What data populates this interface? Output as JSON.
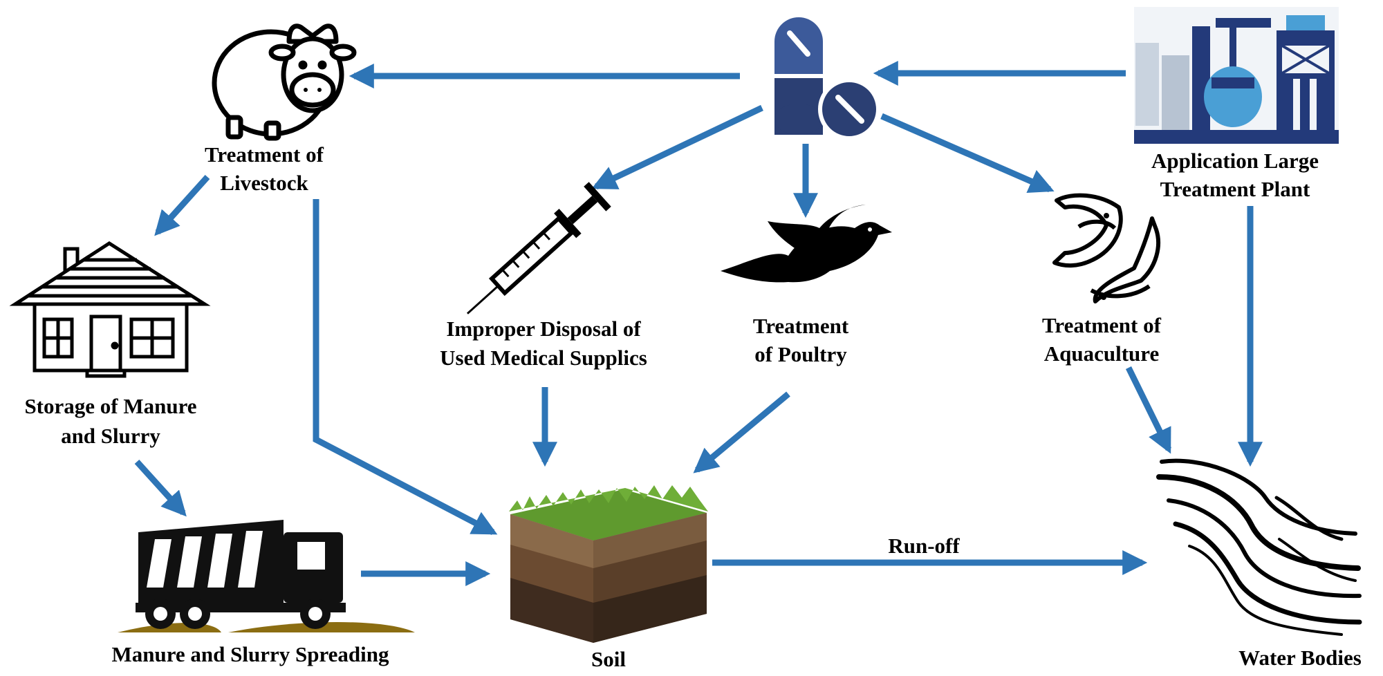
{
  "colors": {
    "arrow": "#2e75b6",
    "pill_dark": "#2b3f73",
    "pill_mid": "#3c5a9a",
    "plant_blue": "#233a7a",
    "plant_light": "#4a9fd5",
    "grass": "#5f9a2e",
    "soil_top": "#8a6a4a",
    "soil_mid": "#5e4330",
    "soil_low": "#3f2c1f",
    "ground": "#8b6d12"
  },
  "icons": {
    "pills": "pills-icon",
    "cow": "cow-icon",
    "plant": "treatment-plant-icon",
    "house": "house-icon",
    "truck": "dump-truck-icon",
    "syringe": "syringe-icon",
    "bird": "bird-icon",
    "fish": "fish-icon",
    "soil": "soil-block-icon",
    "water": "water-waves-icon"
  },
  "labels": {
    "livestock": [
      "Treatment of",
      "Livestock"
    ],
    "plant": [
      "Application Large",
      "Treatment Plant"
    ],
    "storage": [
      "Storage of Manure",
      "and Slurry"
    ],
    "medical": [
      "Improper Disposal of",
      "Used Medical Supplics"
    ],
    "poultry": [
      "Treatment",
      "of Poultry"
    ],
    "aquaculture": [
      "Treatment of",
      "Aquaculture"
    ],
    "spreading": "Manure and Slurry Spreading",
    "soil": "Soil",
    "water": "Water Bodies",
    "runoff": "Run-off"
  }
}
